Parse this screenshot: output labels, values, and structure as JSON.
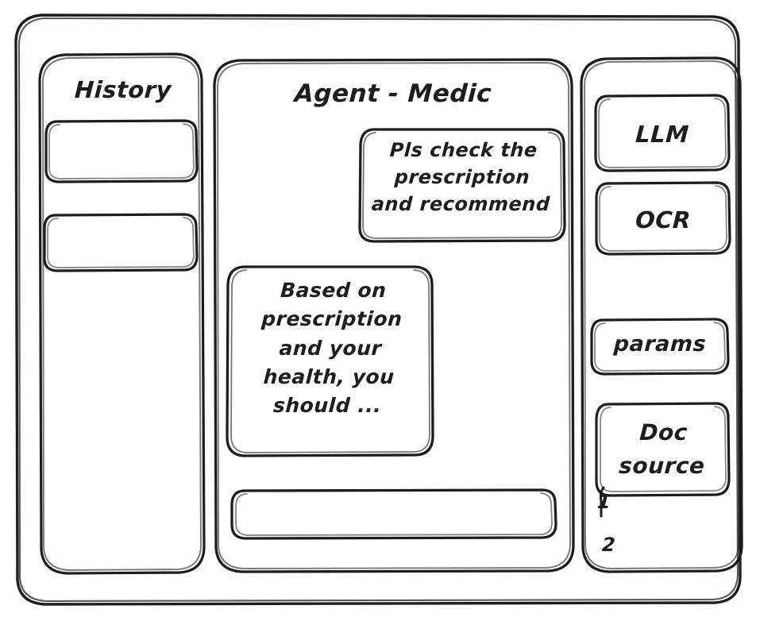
{
  "window": {
    "name": "agent-medic-wireframe"
  },
  "sidebar_left": {
    "title": "History",
    "items": [
      {
        "label": ""
      },
      {
        "label": ""
      }
    ]
  },
  "main": {
    "title": "Agent - Medic",
    "messages": [
      {
        "role": "user",
        "text": "Pls check the\nprescription\nand recommend"
      },
      {
        "role": "agent",
        "text": "Based on\nprescription\nand your\nhealth, you\nshould ..."
      }
    ],
    "composer": {
      "value": "",
      "placeholder": ""
    }
  },
  "sidebar_right": {
    "tools": [
      {
        "label": "LLM"
      },
      {
        "label": "OCR"
      },
      {
        "label": "params"
      }
    ],
    "doc_source": {
      "label": "Doc\nsource",
      "items": [
        "1",
        "2"
      ]
    }
  },
  "style": {
    "ink": "#1d1d1d",
    "paper": "#ffffff",
    "stroke_width": 3
  }
}
